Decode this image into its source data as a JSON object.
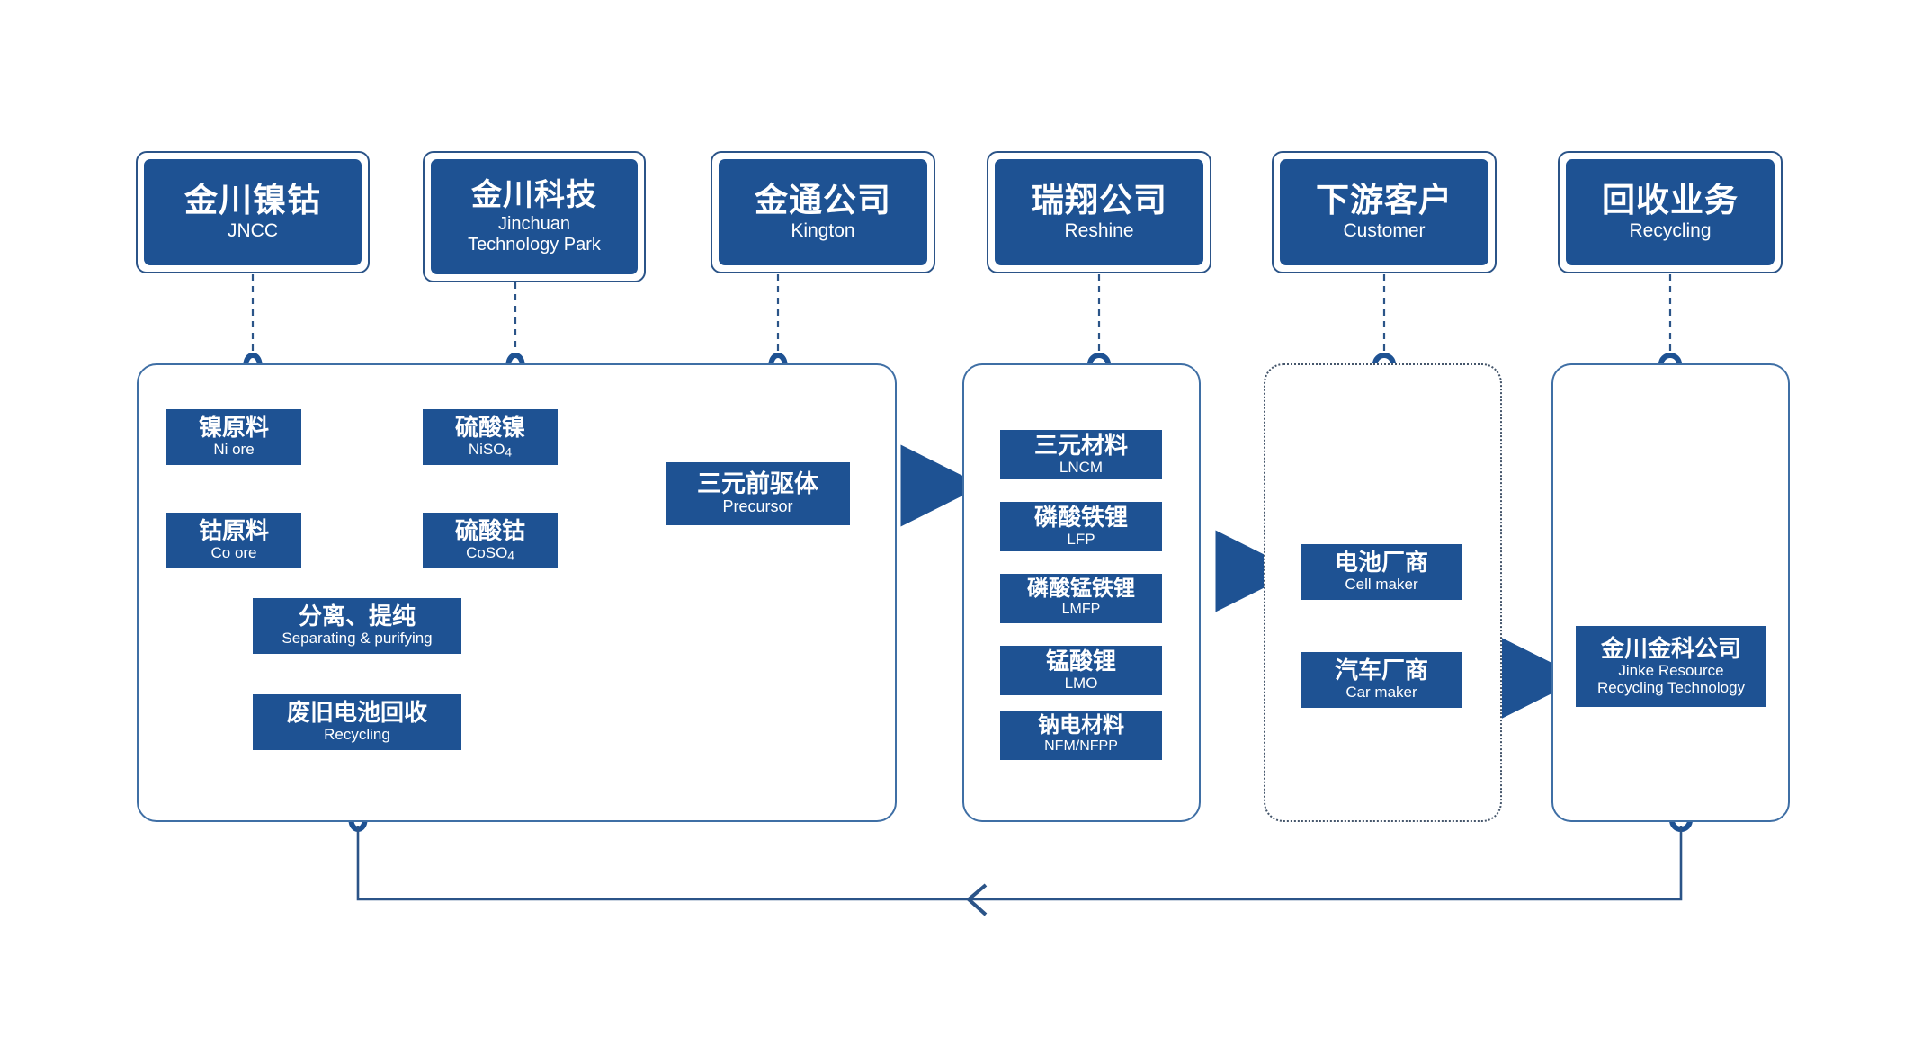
{
  "diagram": {
    "title": "Jinchuan battery materials industry chain",
    "colors": {
      "chip_fill": "#1e5293",
      "panel_border": "#3f6fa5",
      "header_border": "#2b5488",
      "dotted_border": "#45566b",
      "arrow": "#1e5293",
      "connector": "#2b5488",
      "text_on_blue": "#ffffff",
      "background": "#ffffff"
    }
  },
  "headers": [
    {
      "cn": "金川镍钴",
      "en": "JNCC"
    },
    {
      "cn": "金川科技",
      "en_line1": "Jinchuan",
      "en_line2": "Technology Park"
    },
    {
      "cn": "金通公司",
      "en": "Kington"
    },
    {
      "cn": "瑞翔公司",
      "en": "Reshine"
    },
    {
      "cn": "下游客户",
      "en": "Customer"
    },
    {
      "cn": "回收业务",
      "en": "Recycling"
    }
  ],
  "panel_jncc": {
    "nodes": [
      {
        "cn": "镍原料",
        "en": "Ni ore"
      },
      {
        "cn": "硫酸镍",
        "en": "NiSO4",
        "en_base": "NiSO",
        "en_sub": "4"
      },
      {
        "cn": "钴原料",
        "en": "Co ore"
      },
      {
        "cn": "硫酸钴",
        "en": "CoSO4",
        "en_base": "CoSO",
        "en_sub": "4"
      },
      {
        "cn": "三元前驱体",
        "en": "Precursor"
      },
      {
        "cn": "分离、提纯",
        "en": "Separating & purifying"
      },
      {
        "cn": "废旧电池回收",
        "en": "Recycling"
      }
    ]
  },
  "panel_reshine": {
    "nodes": [
      {
        "cn": "三元材料",
        "en": "LNCM"
      },
      {
        "cn": "磷酸铁锂",
        "en": "LFP"
      },
      {
        "cn": "磷酸锰铁锂",
        "en": "LMFP"
      },
      {
        "cn": "锰酸锂",
        "en": "LMO"
      },
      {
        "cn": "钠电材料",
        "en": "NFM/NFPP"
      }
    ]
  },
  "panel_customer": {
    "nodes": [
      {
        "cn": "电池厂商",
        "en": "Cell maker"
      },
      {
        "cn": "汽车厂商",
        "en": "Car maker"
      }
    ]
  },
  "panel_recycling": {
    "nodes": [
      {
        "cn": "金川金科公司",
        "en_line1": "Jinke Resource",
        "en_line2": "Recycling Technology"
      }
    ]
  }
}
